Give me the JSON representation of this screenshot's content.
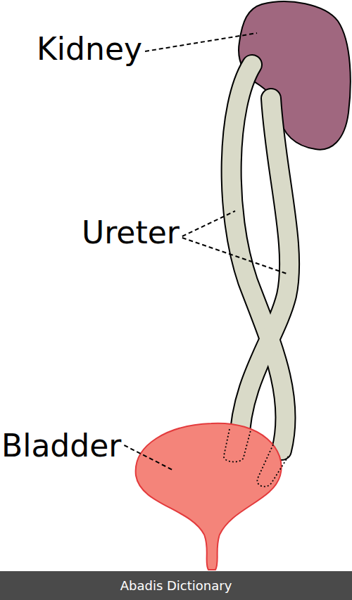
{
  "diagram": {
    "labels": [
      "Kidney",
      "Ureter",
      "Bladder",
      "Abadis Dictionary"
    ]
  }
}
